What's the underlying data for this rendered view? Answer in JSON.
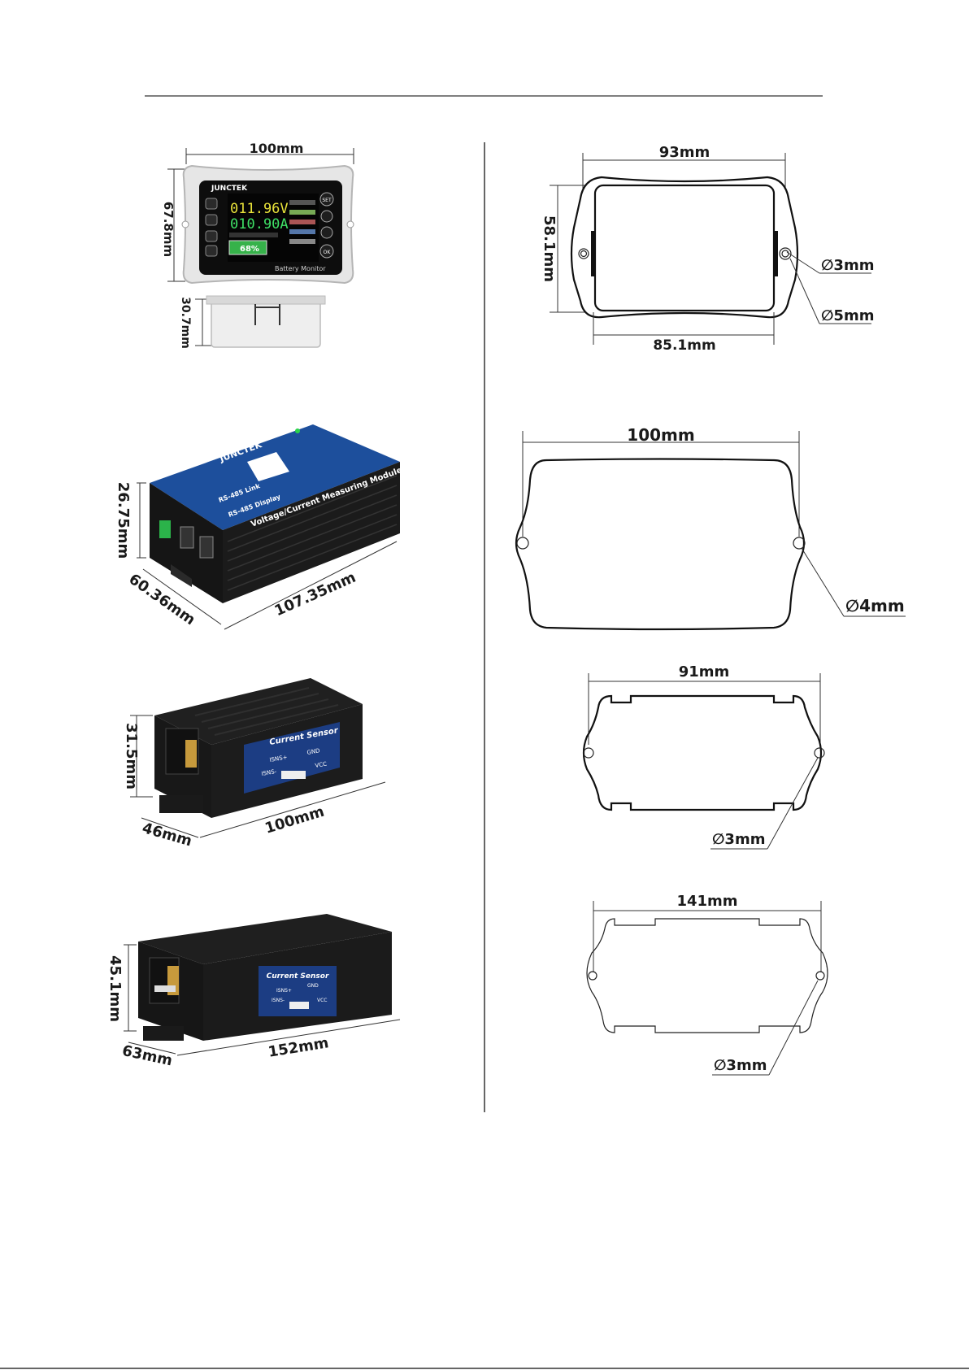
{
  "left": {
    "monitor": {
      "width_label": "100mm",
      "height_label": "67.8mm",
      "depth_label": "30.7mm",
      "screen": {
        "brand": "JUNCTEK",
        "voltage": "011.96V",
        "current": "010.90A",
        "percent": "68%",
        "footer": "Battery Monitor",
        "buttons": [
          "SET",
          "OK"
        ]
      }
    },
    "module": {
      "height_label": "26.75mm",
      "depth_label": "60.36mm",
      "length_label": "107.35mm",
      "top_label": "Voltage/Current Measuring Module",
      "brand": "JUNCTEK",
      "port_labels": [
        "RS-485 Link",
        "RS-485 Display"
      ]
    },
    "sensor_small": {
      "height_label": "31.5mm",
      "depth_label": "46mm",
      "length_label": "100mm",
      "panel_title": "Current Sensor",
      "pins": [
        "ISNS+",
        "GND",
        "ISNS-",
        "VCC"
      ]
    },
    "sensor_large": {
      "height_label": "45.1mm",
      "depth_label": "63mm",
      "length_label": "152mm",
      "panel_title": "Current Sensor",
      "pins": [
        "ISNS+",
        "GND",
        "ISNS-",
        "VCC"
      ]
    }
  },
  "right": {
    "cutout_rect": {
      "top_label": "93mm",
      "bottom_label": "85.1mm",
      "side_label": "58.1mm",
      "hole_small": "∅3mm",
      "hole_large": "∅5mm"
    },
    "cutout_plate": {
      "top_label": "100mm",
      "hole": "∅4mm"
    },
    "cutout_91": {
      "top_label": "91mm",
      "hole": "∅3mm"
    },
    "cutout_141": {
      "top_label": "141mm",
      "hole": "∅3mm"
    }
  }
}
